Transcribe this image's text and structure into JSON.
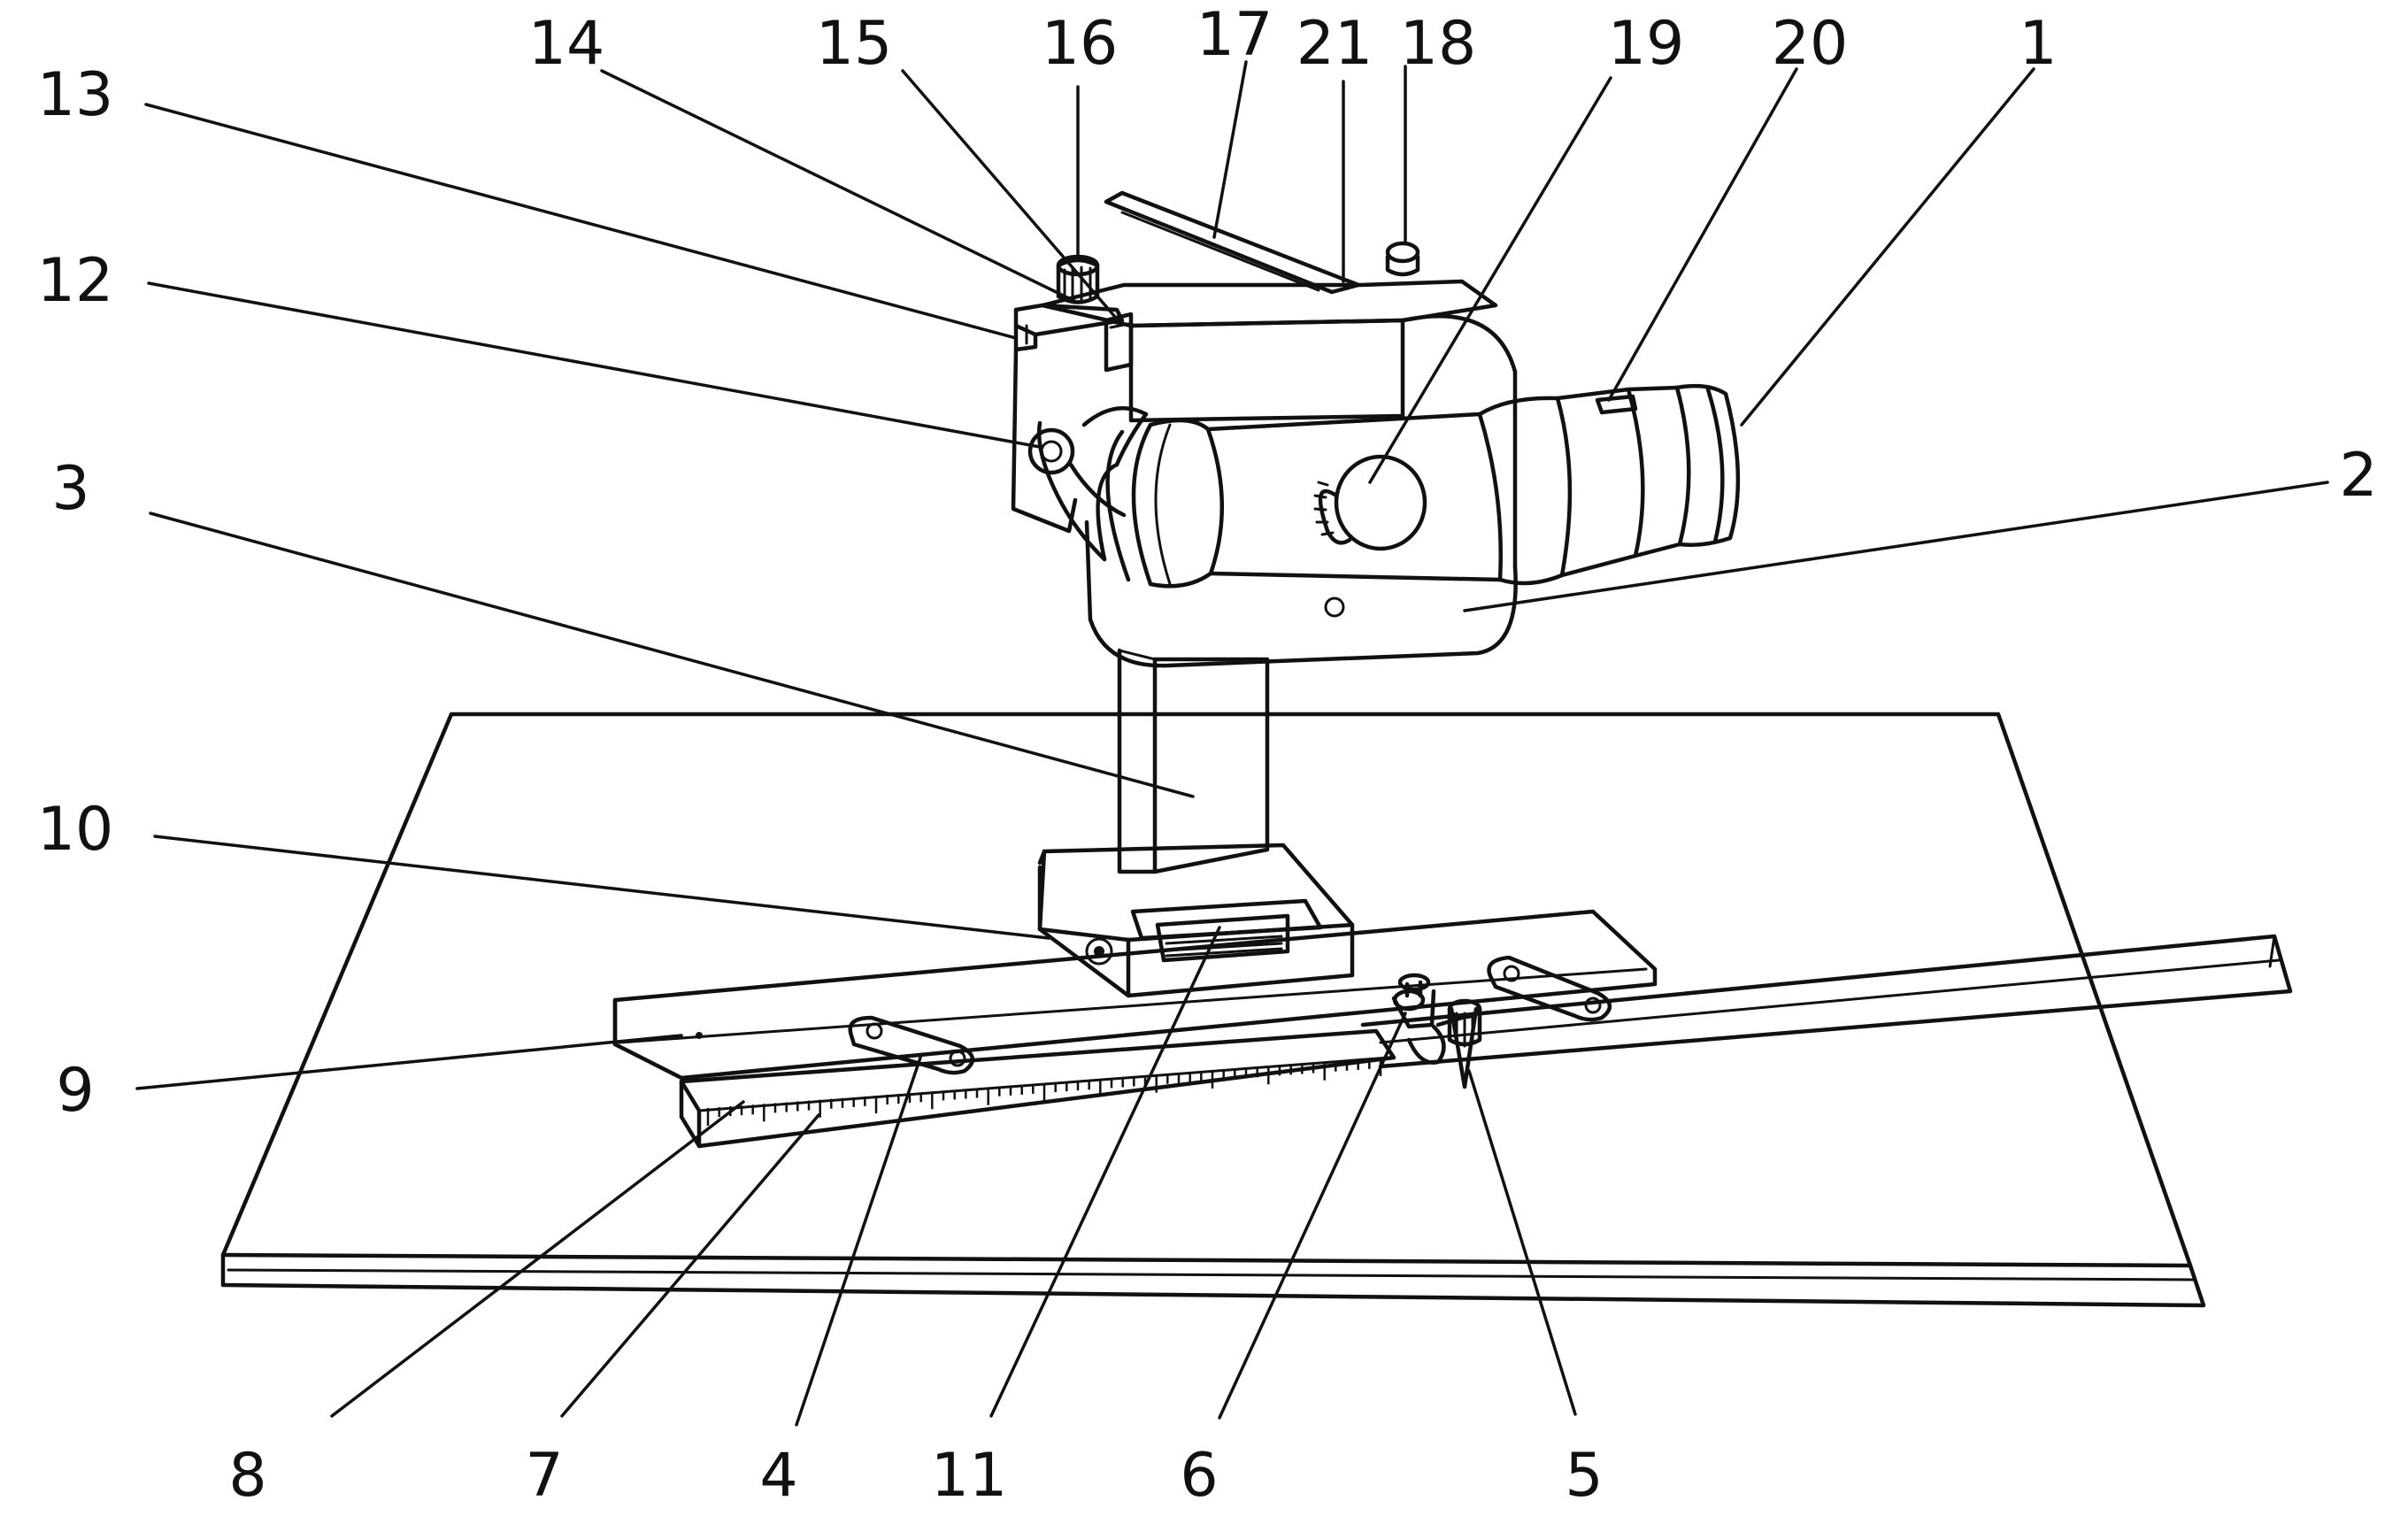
{
  "figure": {
    "callouts": [
      {
        "id": "1",
        "label": "1"
      },
      {
        "id": "2",
        "label": "2"
      },
      {
        "id": "3",
        "label": "3"
      },
      {
        "id": "4",
        "label": "4"
      },
      {
        "id": "5",
        "label": "5"
      },
      {
        "id": "6",
        "label": "6"
      },
      {
        "id": "7",
        "label": "7"
      },
      {
        "id": "8",
        "label": "8"
      },
      {
        "id": "9",
        "label": "9"
      },
      {
        "id": "10",
        "label": "10"
      },
      {
        "id": "11",
        "label": "11"
      },
      {
        "id": "12",
        "label": "12"
      },
      {
        "id": "13",
        "label": "13"
      },
      {
        "id": "14",
        "label": "14"
      },
      {
        "id": "15",
        "label": "15"
      },
      {
        "id": "16",
        "label": "16"
      },
      {
        "id": "17",
        "label": "17"
      },
      {
        "id": "18",
        "label": "18"
      },
      {
        "id": "19",
        "label": "19"
      },
      {
        "id": "20",
        "label": "20"
      },
      {
        "id": "21",
        "label": "21"
      }
    ],
    "colors": {
      "ink": "#111111",
      "paper": "#ffffff"
    },
    "scale": {
      "major_every": 5
    }
  }
}
